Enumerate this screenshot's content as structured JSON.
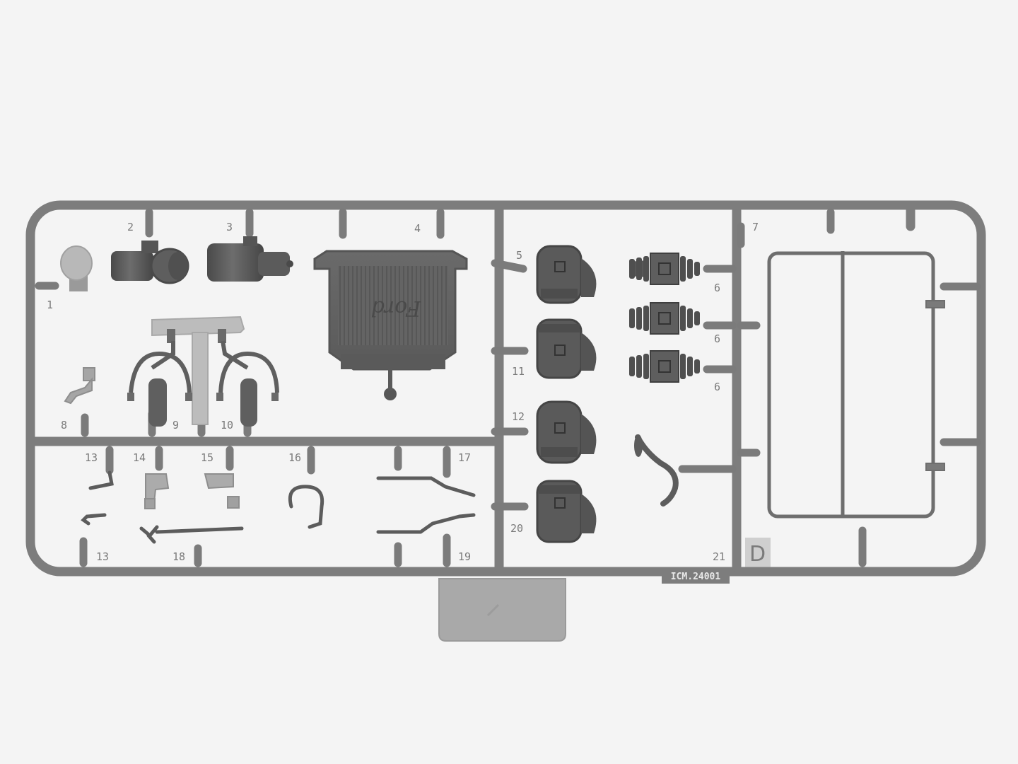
{
  "sprue": {
    "letter": "D",
    "code": "ICM.24001",
    "emblem": "Ford",
    "colors": {
      "background": "#f4f4f4",
      "frame": "#7d7d7d",
      "frame_dark": "#5e5e5e",
      "part": "#5f5f5f",
      "clear": "#bdbdbd",
      "tab": "#a9a9a9"
    },
    "part_labels": {
      "p1": "1",
      "p2": "2",
      "p3": "3",
      "p4": "4",
      "p5": "5",
      "p6a": "6",
      "p6b": "6",
      "p6c": "6",
      "p7": "7",
      "p8": "8",
      "p9": "9",
      "p10": "10",
      "p11": "11",
      "p12": "12",
      "p13a": "13",
      "p13b": "13",
      "p14": "14",
      "p15": "15",
      "p16": "16",
      "p17": "17",
      "p18": "18",
      "p19": "19",
      "p20": "20",
      "p21": "21"
    }
  }
}
